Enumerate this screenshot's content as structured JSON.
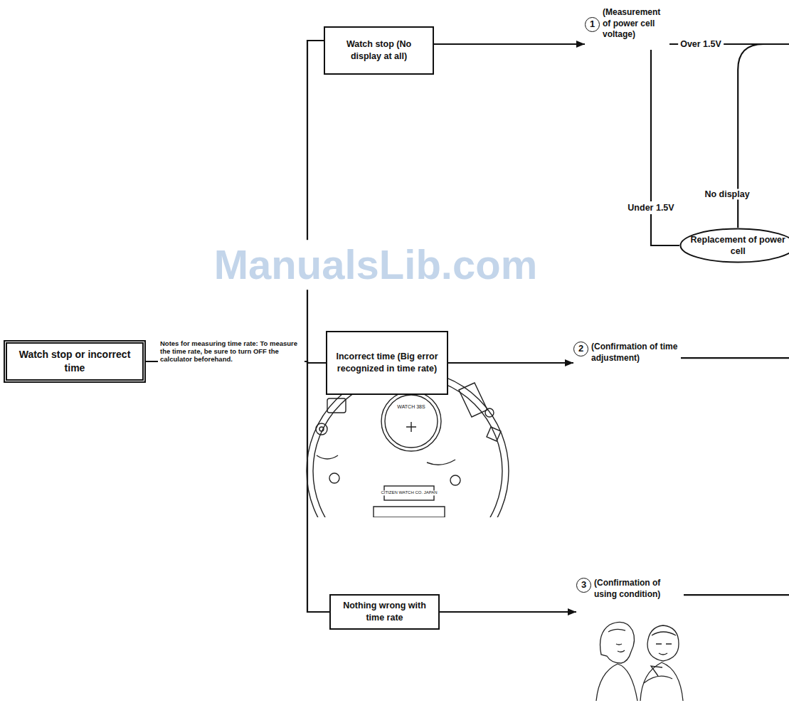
{
  "diagram": {
    "nodes": [
      {
        "text": [
          "Watch stop or incorrect time"
        ]
      },
      {
        "text": [
          "Watch stop (No display at all)"
        ]
      },
      {
        "text": [
          "Incorrect time (Big error recognized in time rate)"
        ]
      },
      {
        "text": [
          "Nothing wrong with time rate"
        ]
      },
      {
        "text": [
          "1",
          "(Measurement of power cell voltage)"
        ]
      },
      {
        "text": [
          "2",
          "(Confirmation of time adjustment)"
        ]
      },
      {
        "text": [
          "3",
          "(Confirmation of using condition)"
        ]
      },
      {
        "text": [
          "Replacement of power cell"
        ]
      }
    ],
    "edges": [
      {
        "from": 0,
        "to": 1,
        "arrow": "none"
      },
      {
        "from": 0,
        "to": 2,
        "arrow": "none"
      },
      {
        "from": 0,
        "to": 3,
        "arrow": "none"
      },
      {
        "from": 1,
        "to": 4,
        "arrow": "to"
      },
      {
        "from": 4,
        "to": 7,
        "label": "Under 1.5V",
        "arrow": "none"
      },
      {
        "from": 2,
        "to": 5,
        "arrow": "to"
      },
      {
        "from": 3,
        "to": 6,
        "arrow": "to"
      }
    ],
    "labels": [
      "Notes for measuring time rate: To measure the time rate, be sure to turn OFF the calculator beforehand.",
      "Over 1.5V",
      "No display",
      "ManualsLib.com",
      "WATCH 38S",
      "CITIZEN WATCH CO. JAPAN"
    ]
  }
}
